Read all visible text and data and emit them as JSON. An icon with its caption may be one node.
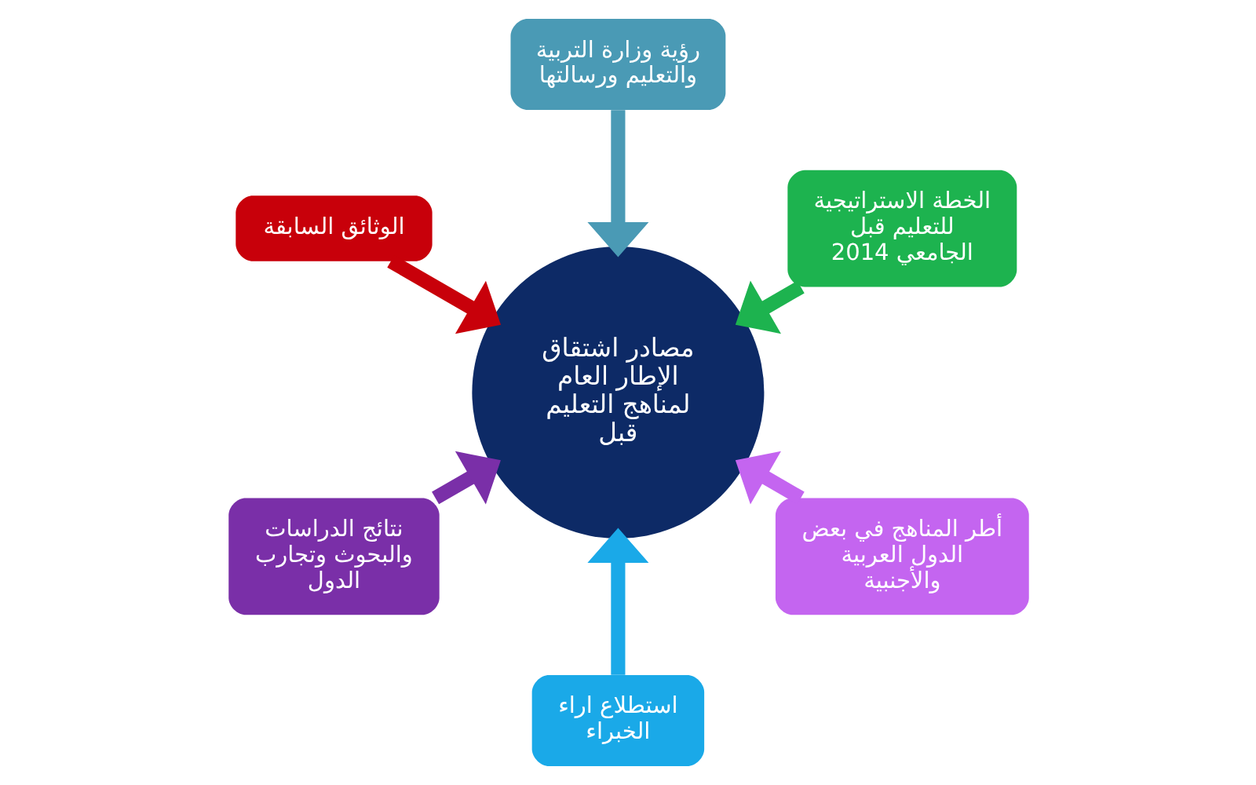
{
  "diagram": {
    "nodes": [
      {
        "text": [
          "الخطة الاستراتيجية للتعليم قبل الجامعي 2014"
        ]
      },
      {
        "text": [
          "رؤية وزارة التربية والتعليم ورسالتها"
        ]
      },
      {
        "text": [
          "الوثائق السابقة"
        ]
      },
      {
        "text": [
          "نتائج الدراسات والبحوث وتجارب الدول"
        ]
      },
      {
        "text": [
          "مصادر اشتقاق الإطار العام لمناهج التعليم قبل"
        ]
      },
      {
        "text": [
          "استطلاع اراء الخبراء"
        ]
      },
      {
        "text": [
          "أطر المناهج في بعض الدول العربية والأجنبية"
        ]
      }
    ],
    "edges": [
      {
        "from": 0,
        "to": 4,
        "arrow": "to",
        "color": "#1db34f"
      },
      {
        "from": 1,
        "to": 4,
        "arrow": "to",
        "color": "#4a9ab5"
      },
      {
        "from": 2,
        "to": 4,
        "arrow": "to",
        "color": "#c8000a"
      },
      {
        "from": 3,
        "to": 4,
        "arrow": "to",
        "color": "#7a2fa8"
      },
      {
        "from": 5,
        "to": 4,
        "arrow": "to",
        "color": "#1aa9e8"
      },
      {
        "from": 6,
        "to": 4,
        "arrow": "to",
        "color": "#c465f0"
      }
    ]
  }
}
